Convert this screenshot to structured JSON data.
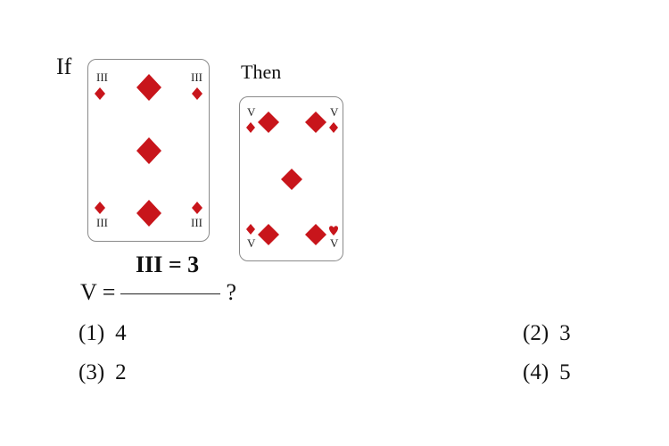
{
  "labels": {
    "if": "If",
    "then": "Then"
  },
  "card_three": {
    "rank": "III",
    "suit": "diamond",
    "pips": 3
  },
  "card_five": {
    "rank": "V",
    "suit": "diamond",
    "corner_heart_suit": "heart",
    "pips": 5
  },
  "colors": {
    "suit": "#c8151b",
    "border": "#8a8a8a"
  },
  "equation": "III = 3",
  "question": {
    "prefix": "V =",
    "suffix": "?"
  },
  "options": [
    {
      "number": "(1)",
      "value": "4"
    },
    {
      "number": "(2)",
      "value": "3"
    },
    {
      "number": "(3)",
      "value": "2"
    },
    {
      "number": "(4)",
      "value": "5"
    }
  ]
}
